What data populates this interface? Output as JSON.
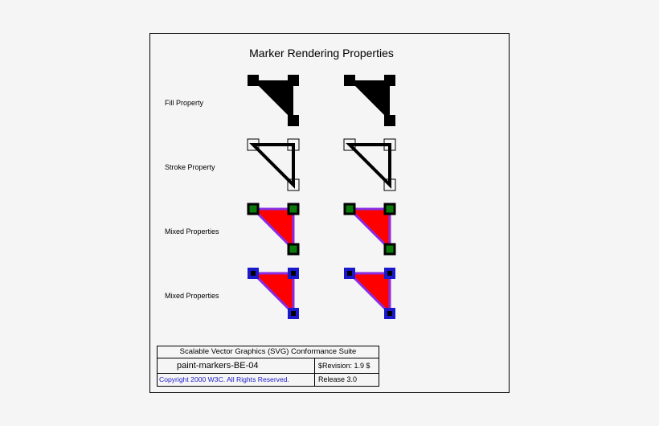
{
  "title": "Marker Rendering Properties",
  "rows": [
    {
      "label": "Fill Property",
      "style": "fill"
    },
    {
      "label": "Stroke Property",
      "style": "stroke"
    },
    {
      "label": "Mixed Properties",
      "style": "mixed-green"
    },
    {
      "label": "Mixed Properties",
      "style": "mixed-blue"
    }
  ],
  "footer": {
    "suite": "Scalable Vector Graphics (SVG) Conformance Suite",
    "test_name": "paint-markers-BE-04",
    "revision": "$Revision: 1.9 $",
    "copyright": "Copyright 2000 W3C. All Rights Reserved.",
    "release": "Release 3.0"
  },
  "colors": {
    "background": "#f5f5f5",
    "red_fill": "#ff0000",
    "purple_stroke": "#8a2be2",
    "green_marker": "#0a7a0a",
    "blue_marker": "#1a1acc",
    "copyright_text": "#1a1acc"
  }
}
